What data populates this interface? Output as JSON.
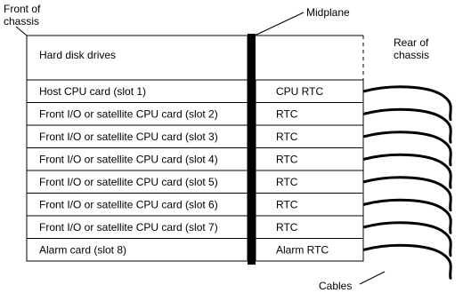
{
  "labels": {
    "front_of_chassis": [
      "Front of",
      "chassis"
    ],
    "midplane": "Midplane",
    "rear_of_chassis": [
      "Rear of",
      "chassis"
    ],
    "cables": "Cables",
    "hard_disk_drives": "Hard disk drives"
  },
  "slots": [
    {
      "front": "Host CPU card (slot 1)",
      "rear": "CPU RTC"
    },
    {
      "front": "Front I/O or satellite CPU card (slot 2)",
      "rear": "RTC"
    },
    {
      "front": "Front I/O or satellite CPU card (slot 3)",
      "rear": "RTC"
    },
    {
      "front": "Front I/O or satellite CPU card (slot 4)",
      "rear": "RTC"
    },
    {
      "front": "Front I/O or satellite CPU card (slot 5)",
      "rear": "RTC"
    },
    {
      "front": "Front I/O or satellite CPU card (slot 6)",
      "rear": "RTC"
    },
    {
      "front": "Front I/O or satellite CPU card (slot 7)",
      "rear": "RTC"
    },
    {
      "front": "Alarm card (slot 8)",
      "rear": "Alarm RTC"
    }
  ]
}
